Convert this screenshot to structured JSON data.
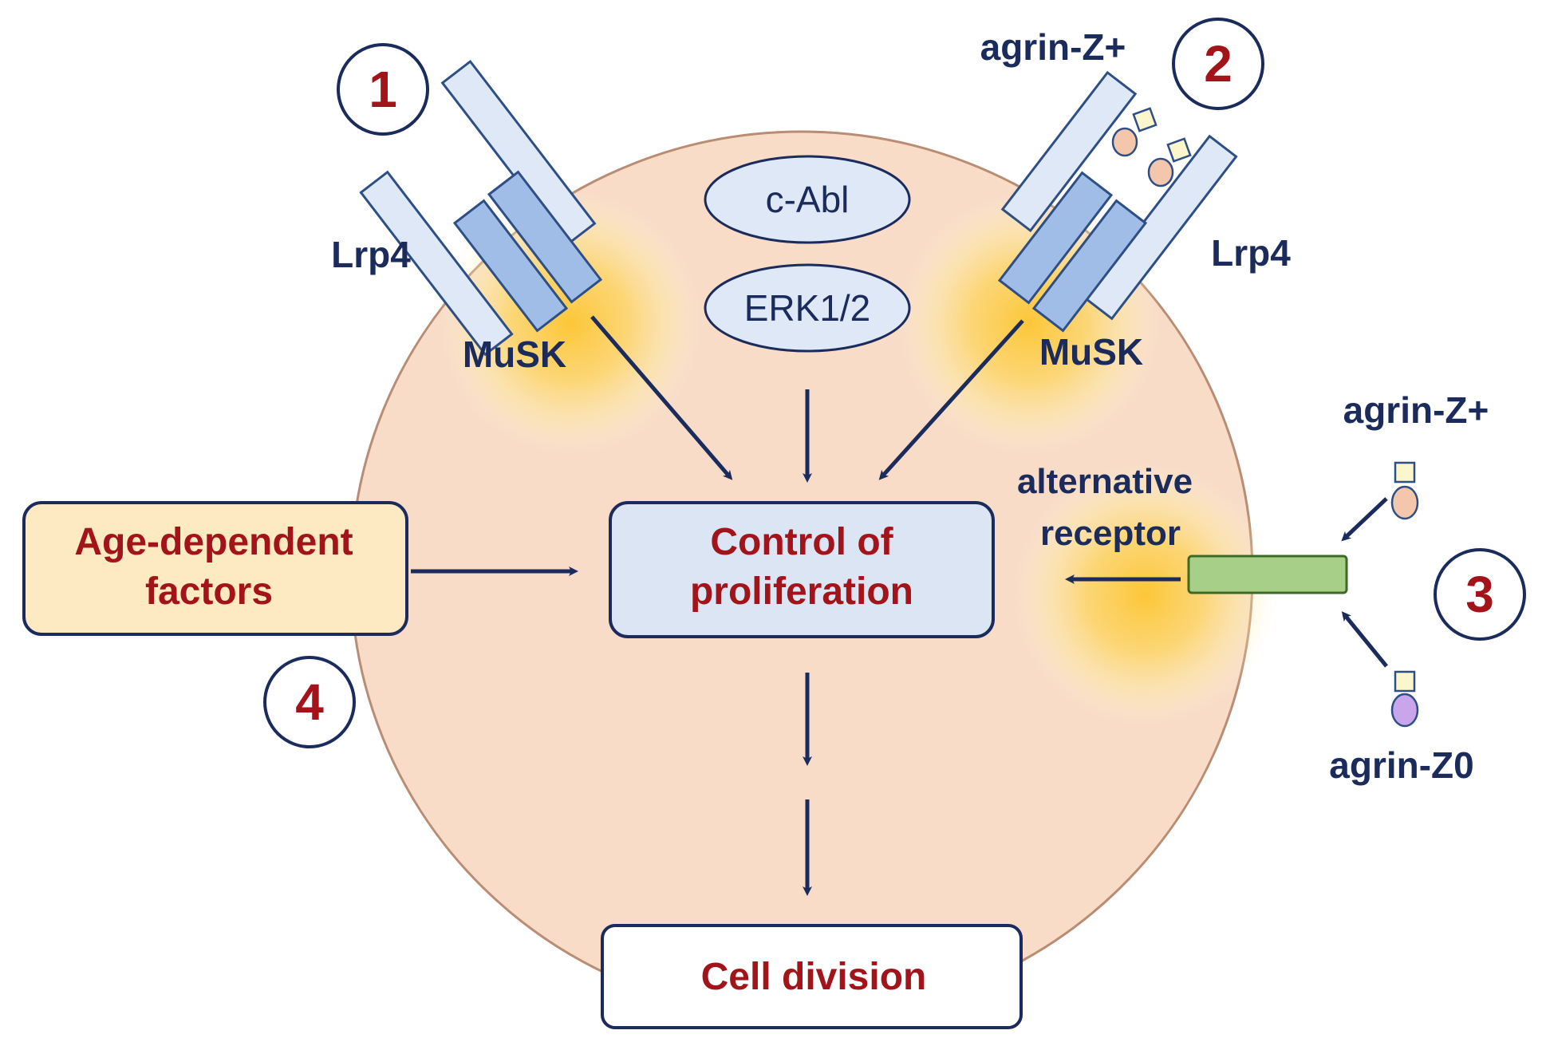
{
  "markers": {
    "m1": "1",
    "m2": "2",
    "m3": "3",
    "m4": "4"
  },
  "labels": {
    "lrp4_left": "Lrp4",
    "lrp4_right": "Lrp4",
    "musk_left": "MuSK",
    "musk_right": "MuSK",
    "cabl": "c-Abl",
    "erk": "ERK1/2",
    "agrin_zplus_top": "agrin-Z+",
    "agrin_zplus_right": "agrin-Z+",
    "agrin_z0": "agrin-Z0",
    "alt_receptor_line1": "alternative",
    "alt_receptor_line2": "receptor",
    "control_line1": "Control of",
    "control_line2": "proliferation",
    "age_line1": "Age-dependent",
    "age_line2": "factors",
    "cell_division": "Cell division"
  },
  "colors": {
    "cell_fill": "#f8dcc8",
    "cell_stroke": "#b98d74",
    "navy": "#1a2b5c",
    "dark_red": "#a21419",
    "receptor_light": "#dfe8f6",
    "receptor_mid": "#9fbde6",
    "receptor_stroke": "#2d4f86",
    "control_fill": "#dbe5f4",
    "age_fill": "#fde9c2",
    "alt_receptor_fill": "#a8cf87",
    "glow": "#fcc52f",
    "agrin_zplus_body": "#f4c7ac",
    "agrin_z0_body": "#c9a5ec",
    "agrin_head": "#fdf5cc"
  }
}
